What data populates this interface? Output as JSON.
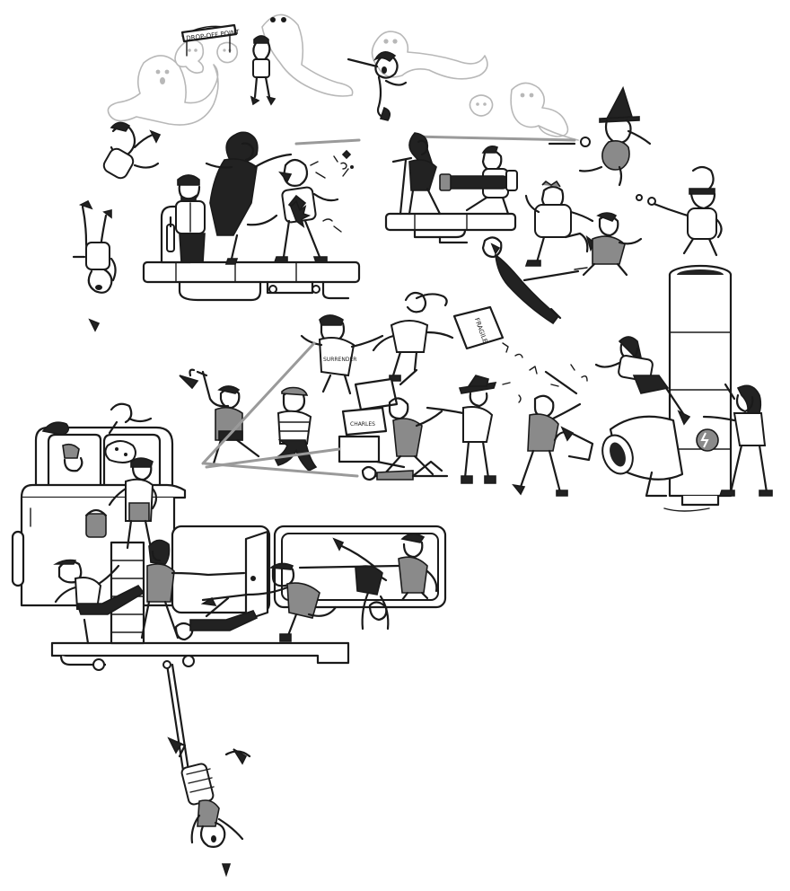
{
  "scene": {
    "sign": {
      "text": "DROP-OFF POINT"
    },
    "boxes": [
      {
        "text": "FRAGILE"
      },
      {
        "text": "CHARLES"
      }
    ],
    "shirt": {
      "text": "SURRENDER"
    },
    "colors": {
      "ink": "#1a1a1a",
      "ghost": "#b8b8b8",
      "shade": "#8a8a8a",
      "dark": "#222222",
      "background": "#ffffff"
    }
  }
}
